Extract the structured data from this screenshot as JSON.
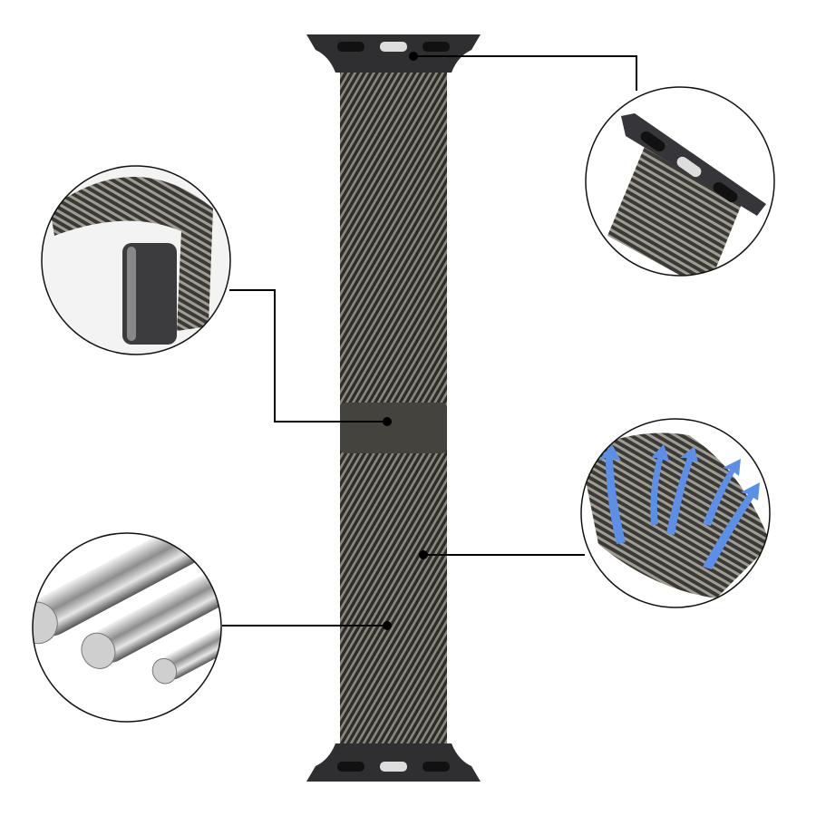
{
  "product": {
    "band_color": "#3b3a36",
    "mesh_highlight": "#8a877c",
    "connector_color": "#2f2f31",
    "clasp_color": "#45433e",
    "callout_line_color": "#000000",
    "airflow_arrow_color": "#5b8fe8"
  },
  "callouts": [
    {
      "name": "connector-detail",
      "icon": "watch-connector"
    },
    {
      "name": "magnetic-clasp-detail",
      "icon": "magnet-clasp"
    },
    {
      "name": "breathable-mesh-detail",
      "icon": "airflow-arrows"
    },
    {
      "name": "steel-wire-detail",
      "icon": "steel-rods"
    }
  ]
}
